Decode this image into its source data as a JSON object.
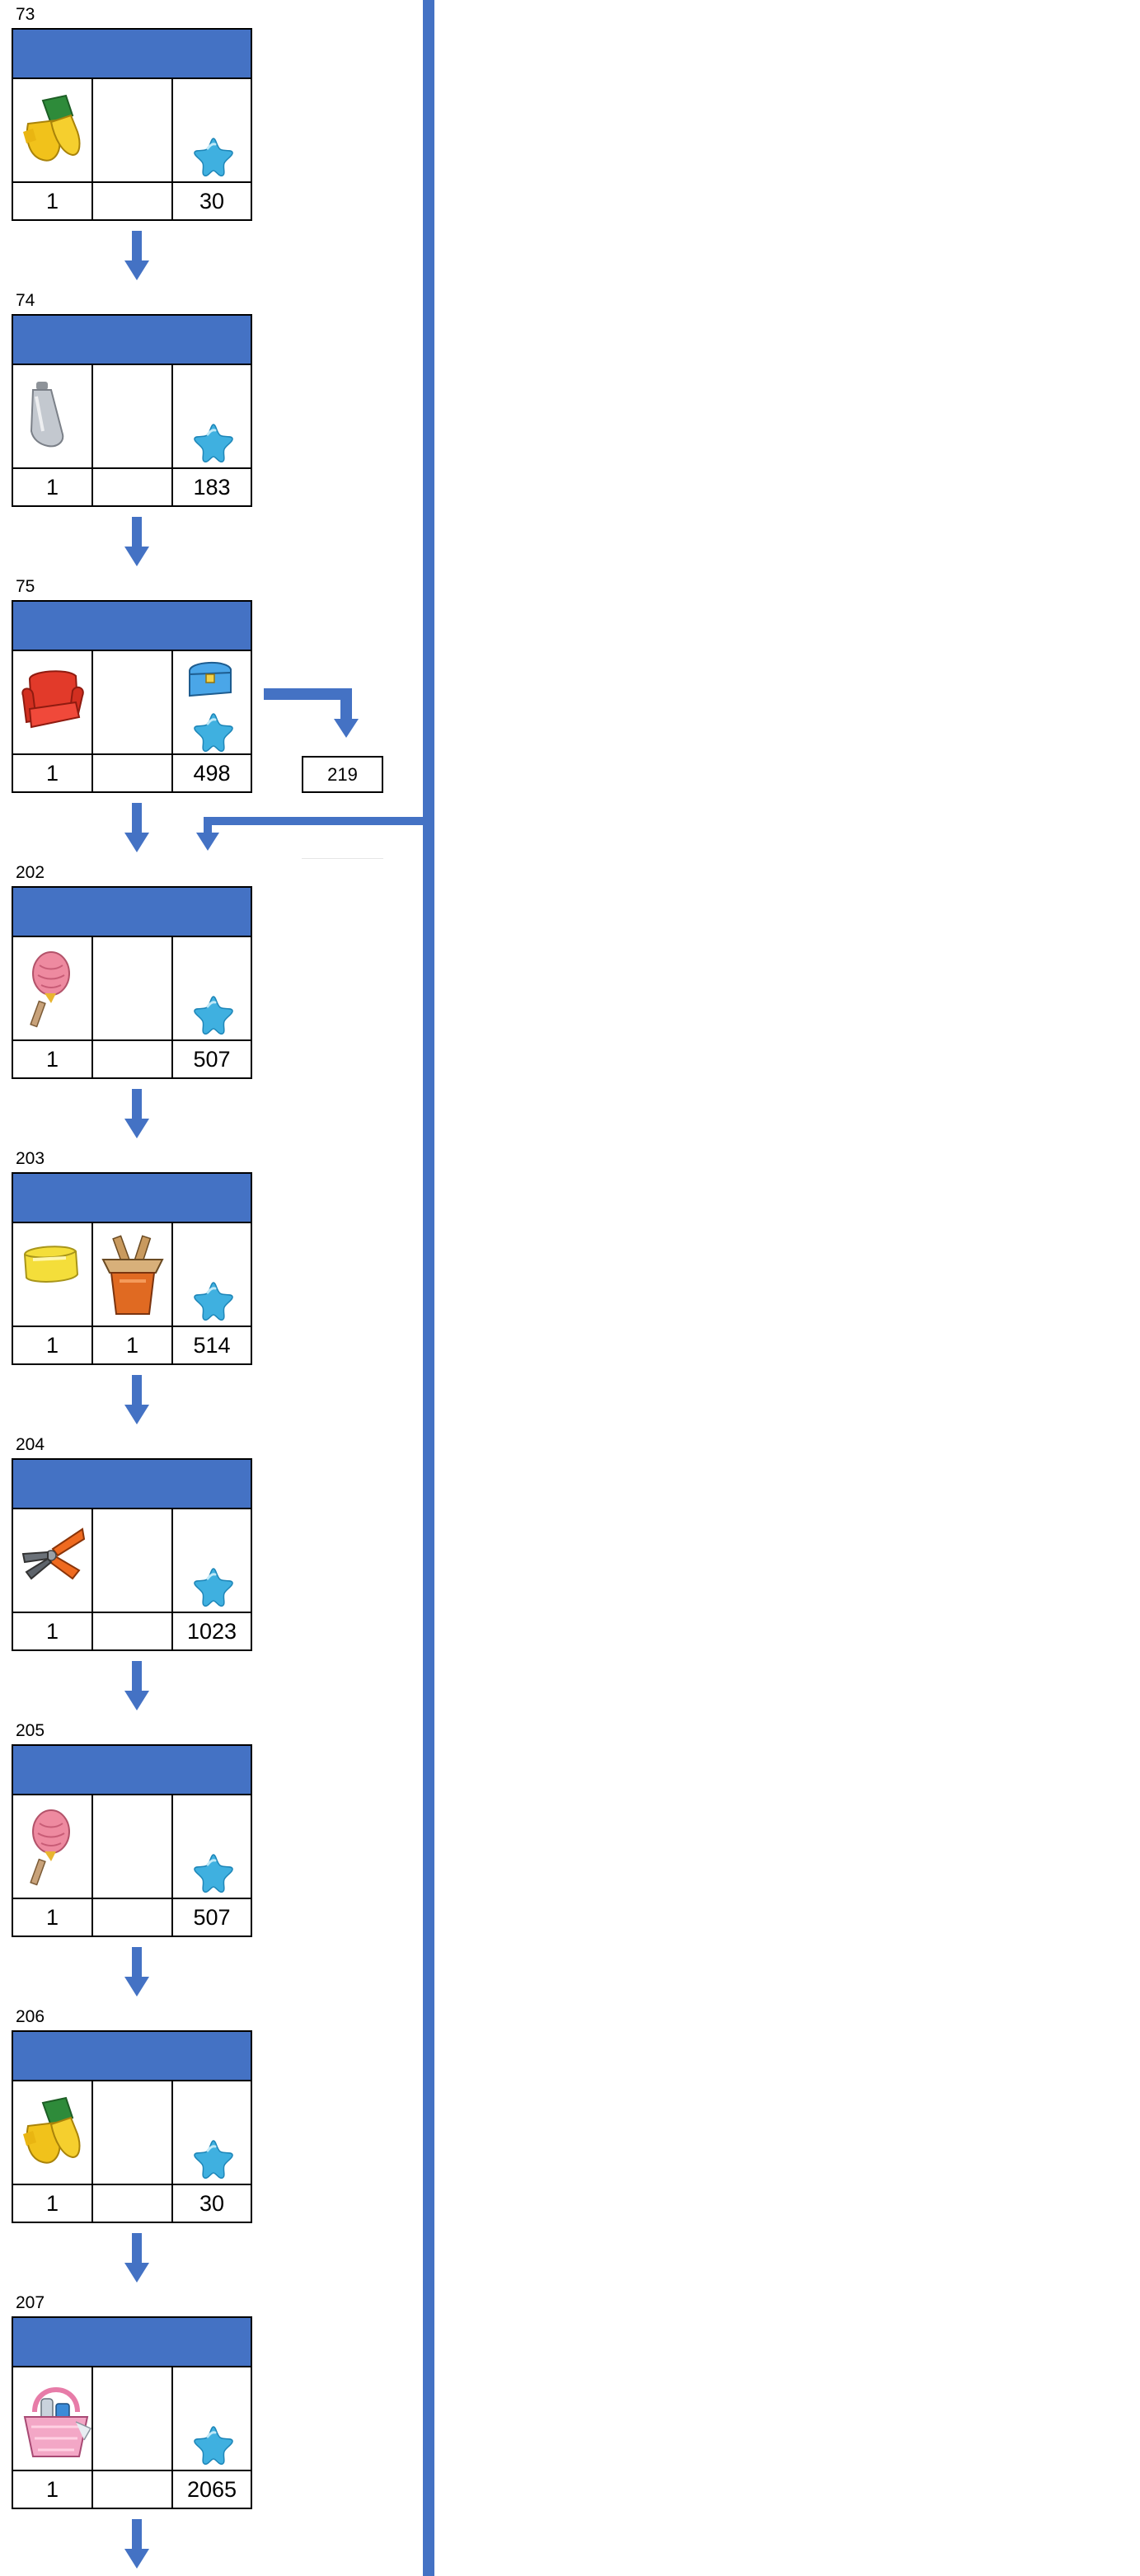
{
  "colors": {
    "accent": "#4472c4",
    "border": "#000000",
    "star": "#3fb0e0"
  },
  "steps": [
    {
      "label": "73",
      "counts": [
        "1",
        "",
        "30"
      ],
      "icons": [
        "gloves-icon",
        "",
        "star-icon"
      ]
    },
    {
      "label": "74",
      "counts": [
        "1",
        "",
        "183"
      ],
      "icons": [
        "bottle-icon",
        "",
        "star-icon"
      ]
    },
    {
      "label": "75",
      "counts": [
        "1",
        "",
        "498"
      ],
      "icons": [
        "armchair-icon",
        "",
        "chest-and-star-icon"
      ]
    },
    {
      "label": "202",
      "counts": [
        "1",
        "",
        "507"
      ],
      "icons": [
        "feather-duster-icon",
        "",
        "star-icon"
      ]
    },
    {
      "label": "203",
      "counts": [
        "1",
        "1",
        "514"
      ],
      "icons": [
        "sponge-icon",
        "tool-bucket-icon",
        "star-icon"
      ]
    },
    {
      "label": "204",
      "counts": [
        "1",
        "",
        "1023"
      ],
      "icons": [
        "pliers-icon",
        "",
        "star-icon"
      ]
    },
    {
      "label": "205",
      "counts": [
        "1",
        "",
        "507"
      ],
      "icons": [
        "feather-duster-icon",
        "",
        "star-icon"
      ]
    },
    {
      "label": "206",
      "counts": [
        "1",
        "",
        "30"
      ],
      "icons": [
        "gloves-icon",
        "",
        "star-icon"
      ]
    },
    {
      "label": "207",
      "counts": [
        "1",
        "",
        "2065"
      ],
      "icons": [
        "cleaning-basket-icon",
        "",
        "star-icon"
      ]
    }
  ],
  "branch": {
    "label": "219"
  }
}
